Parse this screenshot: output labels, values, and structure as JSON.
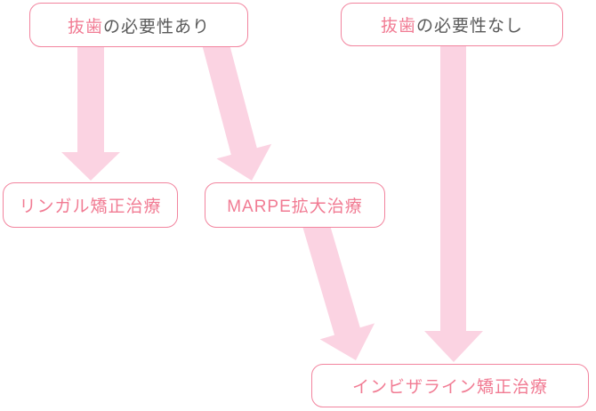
{
  "diagram": {
    "nodes": {
      "extraction_needed": {
        "highlight": "抜歯",
        "rest": "の必要性あり"
      },
      "extraction_not_needed": {
        "highlight": "抜歯",
        "rest": "の必要性なし"
      },
      "lingual": {
        "label": "リンガル矯正治療"
      },
      "marpe": {
        "label": "MARPE拡大治療"
      },
      "invisalign": {
        "label": "インビザライン矯正治療"
      }
    },
    "edges": [
      {
        "from": "extraction_needed",
        "to": "lingual"
      },
      {
        "from": "extraction_needed",
        "to": "marpe"
      },
      {
        "from": "marpe",
        "to": "invisalign"
      },
      {
        "from": "extraction_not_needed",
        "to": "invisalign"
      }
    ],
    "colors": {
      "box_border": "#f2849e",
      "pink_text": "#f17b93",
      "dark_text": "#595959",
      "arrow_fill": "#fbd3e2",
      "background": "#ffffff"
    }
  }
}
